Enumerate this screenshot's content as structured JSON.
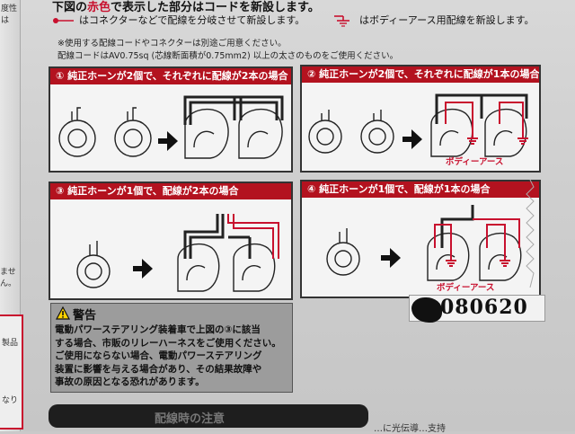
{
  "header": {
    "line_before": "下図の",
    "line_red": "赤色",
    "line_after": "で表示した部分はコードを新設します。",
    "legend_wire": "はコネクターなどで配線を分岐させて新設します。",
    "legend_ground": "はボディーアース用配線を新設します。",
    "note1": "※使用する配線コードやコネクターは別途ご用意ください。",
    "note2": "配線コードはAV0.75sq (芯線断面積が0.75mm2) 以上の太さのものをご使用ください。"
  },
  "panels": [
    {
      "title": "① 純正ホーンが2個で、それぞれに配線が2本の場合"
    },
    {
      "title": "② 純正ホーンが2個で、それぞれに配線が1本の場合",
      "ground_label": "ボディーアース"
    },
    {
      "title": "③ 純正ホーンが1個で、配線が2本の場合"
    },
    {
      "title": "④ 純正ホーンが1個で、配線が1本の場合",
      "ground_label": "ボディーアース"
    }
  ],
  "warning": {
    "title": "警告",
    "lines": [
      "電動パワーステアリング装着車で上図の③に該当",
      "する場合、市販のリレーハーネスをご使用ください。",
      "ご使用にならない場合、電動パワーステアリング",
      "装置に影響を与える場合があり、その結果故障や",
      "事故の原因となる恐れがあります。"
    ]
  },
  "serial": "080620",
  "left_edge": {
    "t1": "度性は",
    "t2": "ません。",
    "t3": "製品",
    "t4": "なり"
  },
  "bottom": {
    "bar": "配線時の注意",
    "tail": "…に光伝導…支持"
  },
  "colors": {
    "accent": "#c8102e",
    "panel_header": "#b3121f"
  }
}
